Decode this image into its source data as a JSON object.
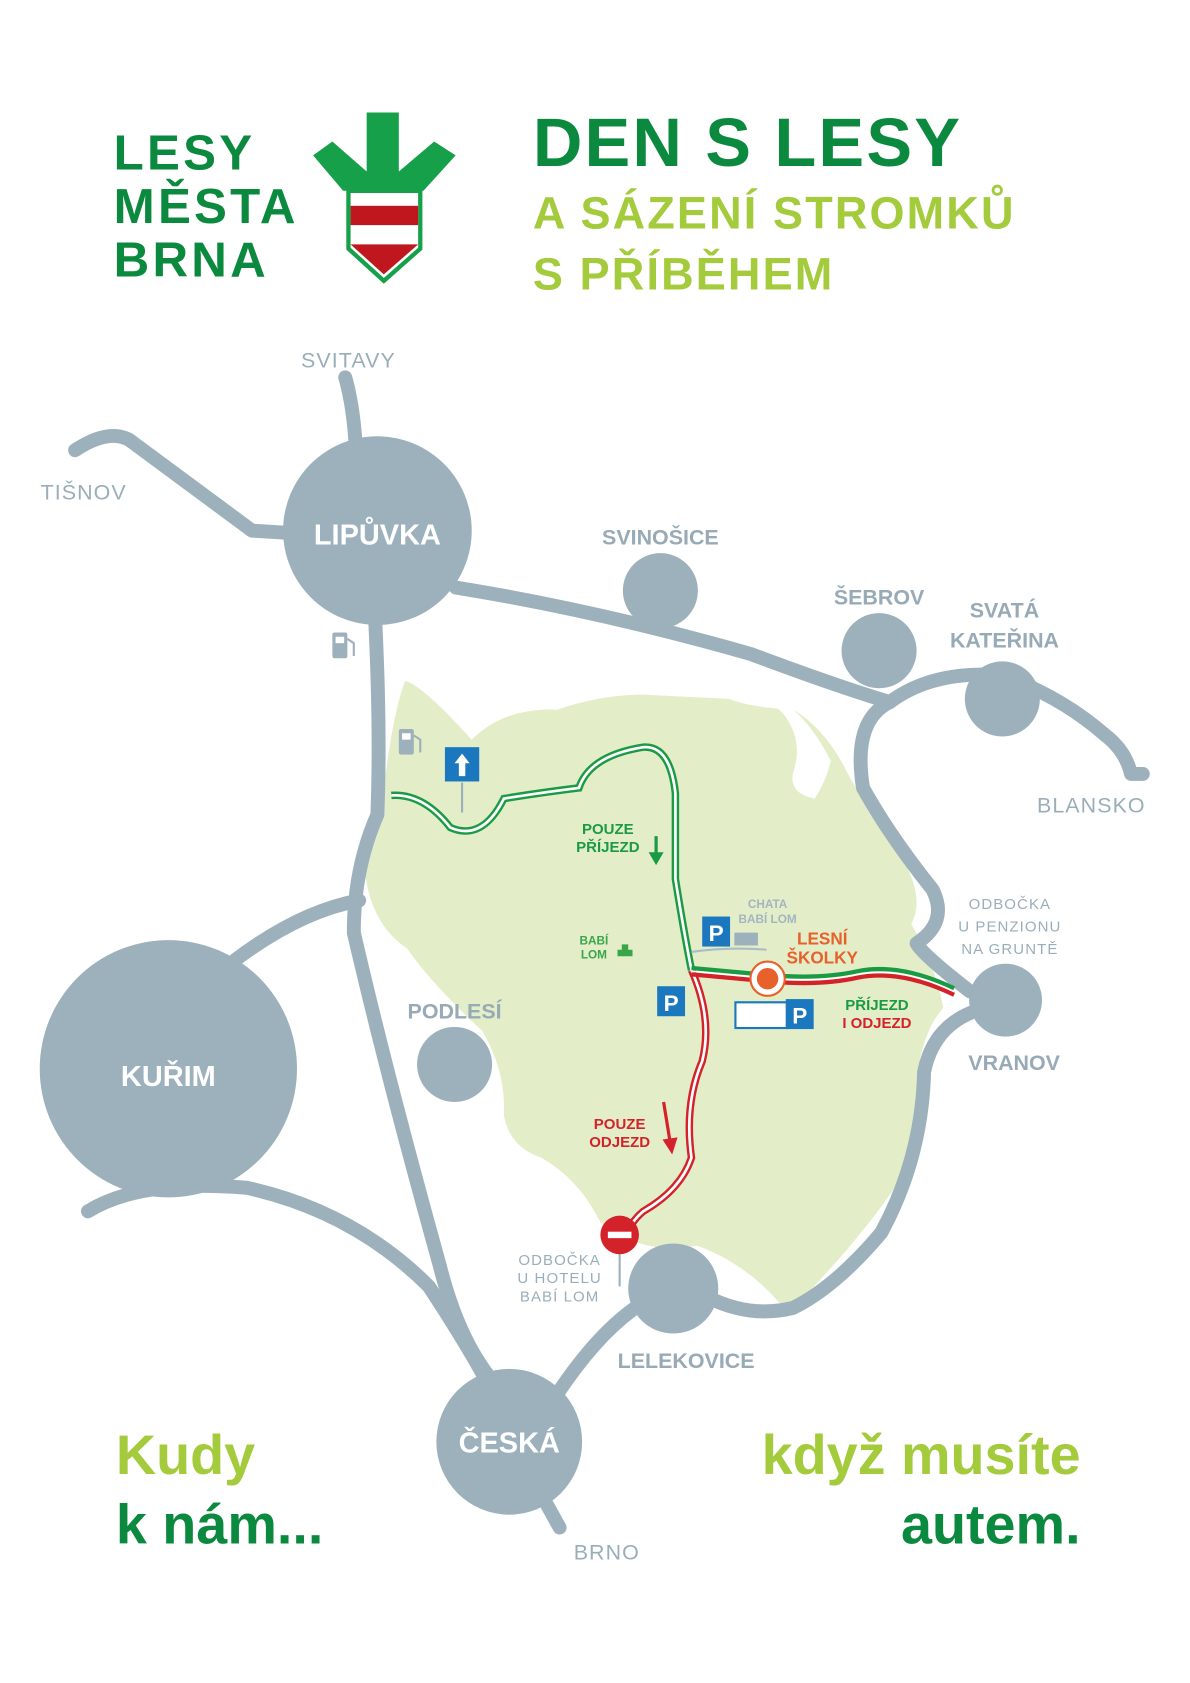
{
  "logo": {
    "line1": "LESY",
    "line2": "MĚSTA",
    "line3": "BRNA"
  },
  "title": {
    "main": "DEN S LESY",
    "sub1": "A SÁZENÍ STROMKŮ",
    "sub2": "S PŘÍBĚHEM"
  },
  "towns": {
    "lipuvka": "LIPŮVKA",
    "kurim": "KUŘIM",
    "ceska": "ČESKÁ",
    "svinosice": "SVINOŠICE",
    "sebrov": "ŠEBROV",
    "svata1": "SVATÁ",
    "svata2": "KATEŘINA",
    "podlesi": "PODLESÍ",
    "vranov": "VRANOV",
    "lelekovice": "LELEKOVICE"
  },
  "directions": {
    "svitavy": "SVITAVY",
    "tisnov": "TIŠNOV",
    "blansko": "BLANSKO",
    "brno": "BRNO"
  },
  "labels": {
    "pouze_prijezd_1": "POUZE",
    "pouze_prijezd_2": "PŘÍJEZD",
    "pouze_odjezd_1": "POUZE",
    "pouze_odjezd_2": "ODJEZD",
    "prijezd_odjezd_1": "PŘÍJEZD",
    "prijezd_odjezd_2": "I ODJEZD",
    "lesni_1": "LESNÍ",
    "lesni_2": "ŠKOLKY",
    "chata_1": "CHATA",
    "chata_2": "BABÍ LOM",
    "babi_1": "BABÍ",
    "babi_2": "LOM",
    "penzion_1": "ODBOČKA",
    "penzion_2": "U PENZIONU",
    "penzion_3": "NA GRUNTĚ",
    "hotel_1": "ODBOČKA",
    "hotel_2": "U HOTELU",
    "hotel_3": "BABÍ LOM",
    "parking": "P"
  },
  "footer": {
    "left1": "Kudy",
    "left2": "k nám...",
    "right1": "když musíte",
    "right2": "autem."
  },
  "colors": {
    "dark_green": "#0b8a3f",
    "light_green": "#a3cb3b",
    "road": "#9db1bd",
    "forest": "#e3eec9",
    "red": "#d4222b",
    "orange": "#e8602a",
    "blue": "#1b78bf"
  }
}
